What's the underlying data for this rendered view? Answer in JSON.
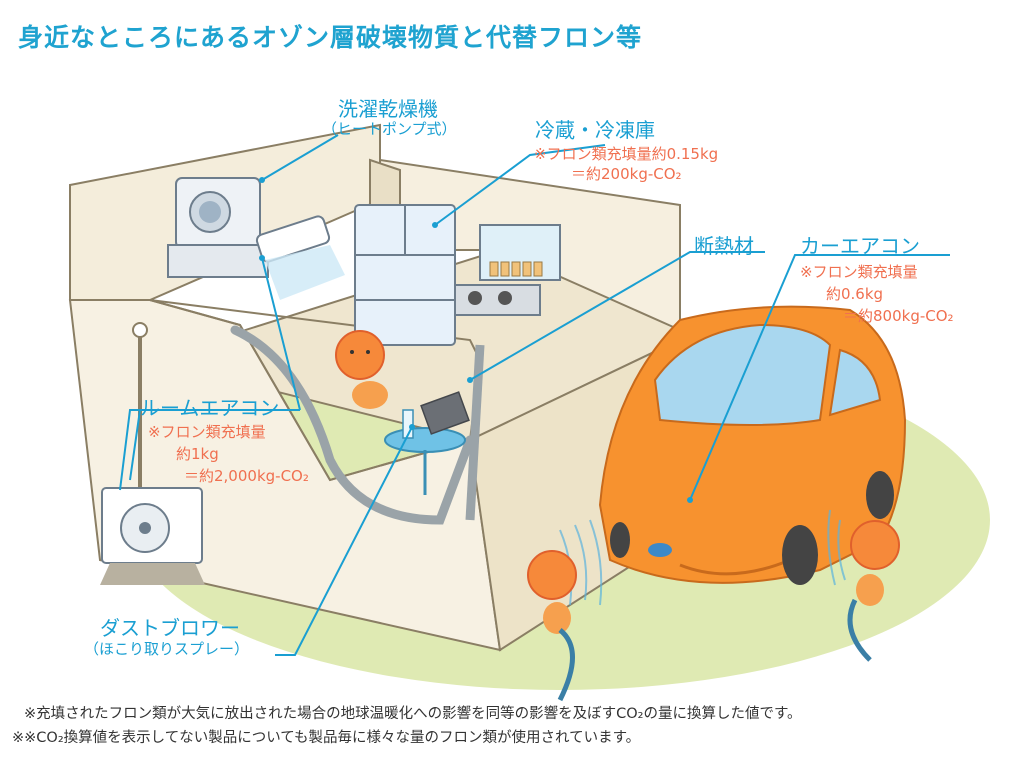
{
  "title": "身近なところにあるオゾン層破壊物質と代替フロン等",
  "labels": {
    "washer": {
      "name": "洗濯乾燥機",
      "sub": "（ヒートポンプ式）"
    },
    "fridge": {
      "name": "冷蔵・冷凍庫",
      "line1": "※フロン類充填量約0.15kg",
      "line2": "＝約200kg-CO₂"
    },
    "insulation": {
      "name": "断熱材"
    },
    "car_ac": {
      "name": "カーエアコン",
      "line1": "※フロン類充填量",
      "line2": "約0.6kg",
      "line3": "＝約800kg-CO₂"
    },
    "room_ac": {
      "name": "ルームエアコン",
      "line1": "※フロン類充填量",
      "line2": "約1kg",
      "line3": "＝約2,000kg-CO₂"
    },
    "duster": {
      "name": "ダストブロワー",
      "sub": "（ほこり取りスプレー）"
    }
  },
  "footnotes": [
    "※充填されたフロン類が大気に放出された場合の地球温暖化への影響を同等の影響を及ぼすCO₂の量に換算した値です。",
    "※※CO₂換算値を表示してない製品についても製品毎に様々な量のフロン類が使用されています。"
  ],
  "colors": {
    "title": "#1fa3d0",
    "label": "#1a9fd2",
    "value": "#f07050",
    "ground": "#dde9b0",
    "wall": "#f3ecd9",
    "car": "#f7922f"
  }
}
